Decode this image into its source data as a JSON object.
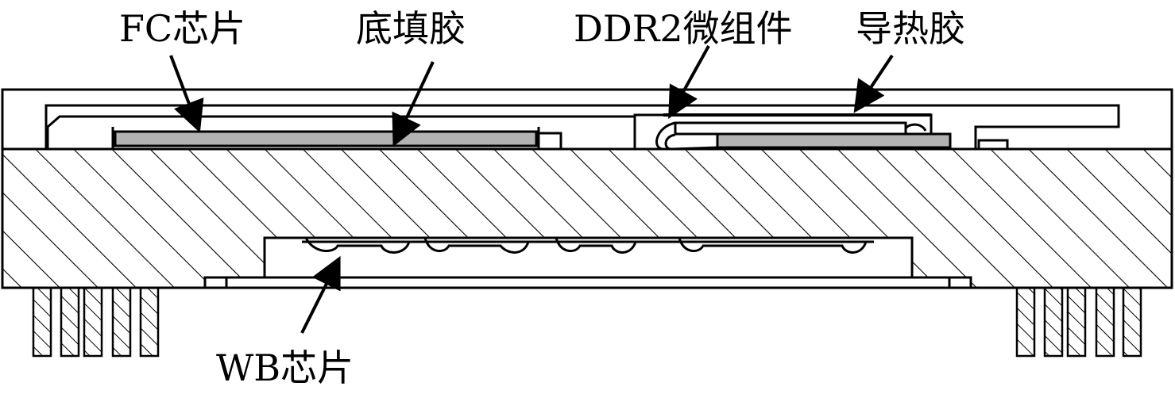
{
  "labels": {
    "fc_chip": "FC芯片",
    "underfill": "底填胶",
    "ddr2_module": "DDR2微组件",
    "thermal_glue": "导热胶",
    "wb_chip": "WB芯片"
  },
  "colors": {
    "line": "#000000",
    "chip_fill": "#b3b3b3",
    "background": "#ffffff"
  }
}
